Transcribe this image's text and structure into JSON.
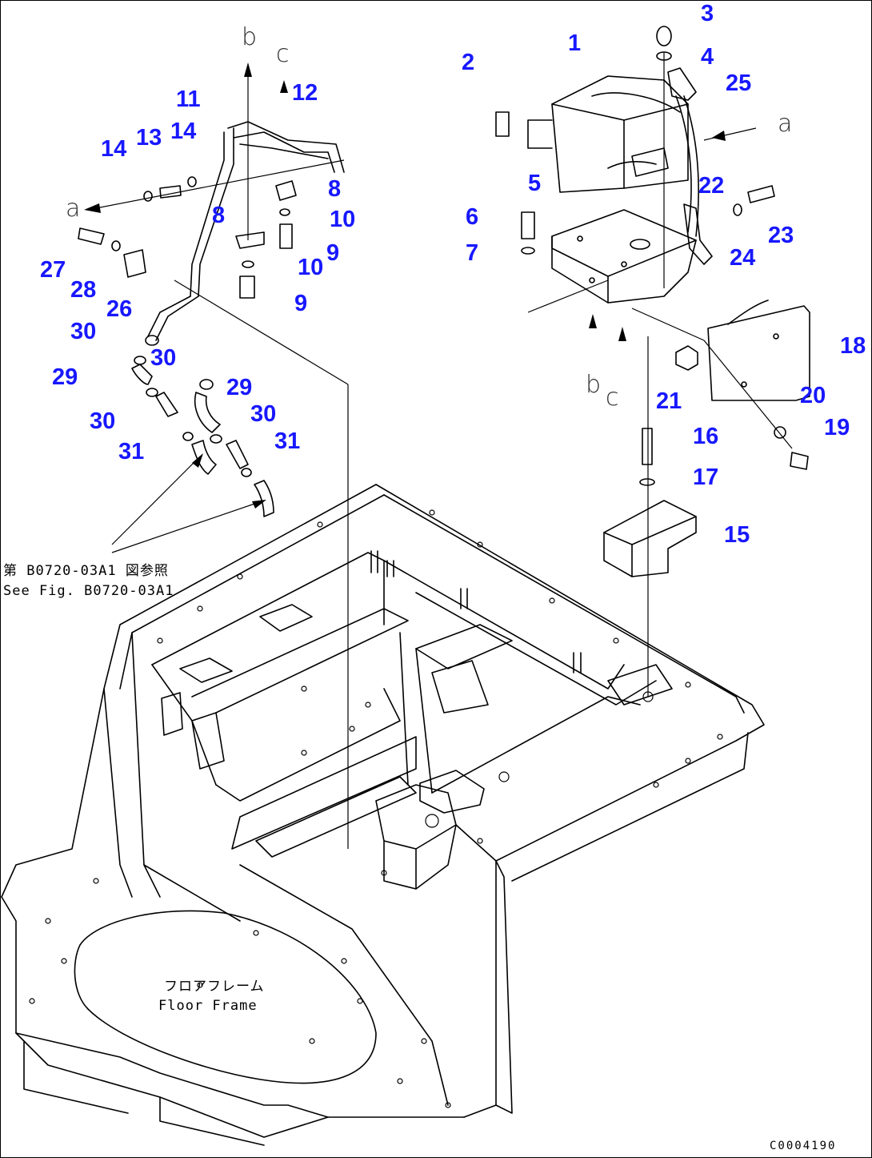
{
  "callouts": [
    "1",
    "2",
    "3",
    "4",
    "5",
    "6",
    "7",
    "8",
    "8",
    "9",
    "9",
    "10",
    "10",
    "11",
    "12",
    "13",
    "14",
    "14",
    "15",
    "16",
    "17",
    "18",
    "19",
    "20",
    "21",
    "22",
    "23",
    "24",
    "25",
    "26",
    "27",
    "28",
    "29",
    "29",
    "30",
    "30",
    "30",
    "30",
    "31",
    "31"
  ],
  "view_letters": [
    "b",
    "c",
    "a",
    "a",
    "b",
    "c"
  ],
  "reference_note": {
    "jp": "第 B0720-03A1 図参照",
    "en": "See Fig. B0720-03A1"
  },
  "frame_label": {
    "jp": "フロアフレーム",
    "en": "Floor Frame"
  },
  "drawing_code": "C0004190",
  "colors": {
    "callout": "#1818ff",
    "line": "#000000",
    "background": "#ffffff"
  }
}
